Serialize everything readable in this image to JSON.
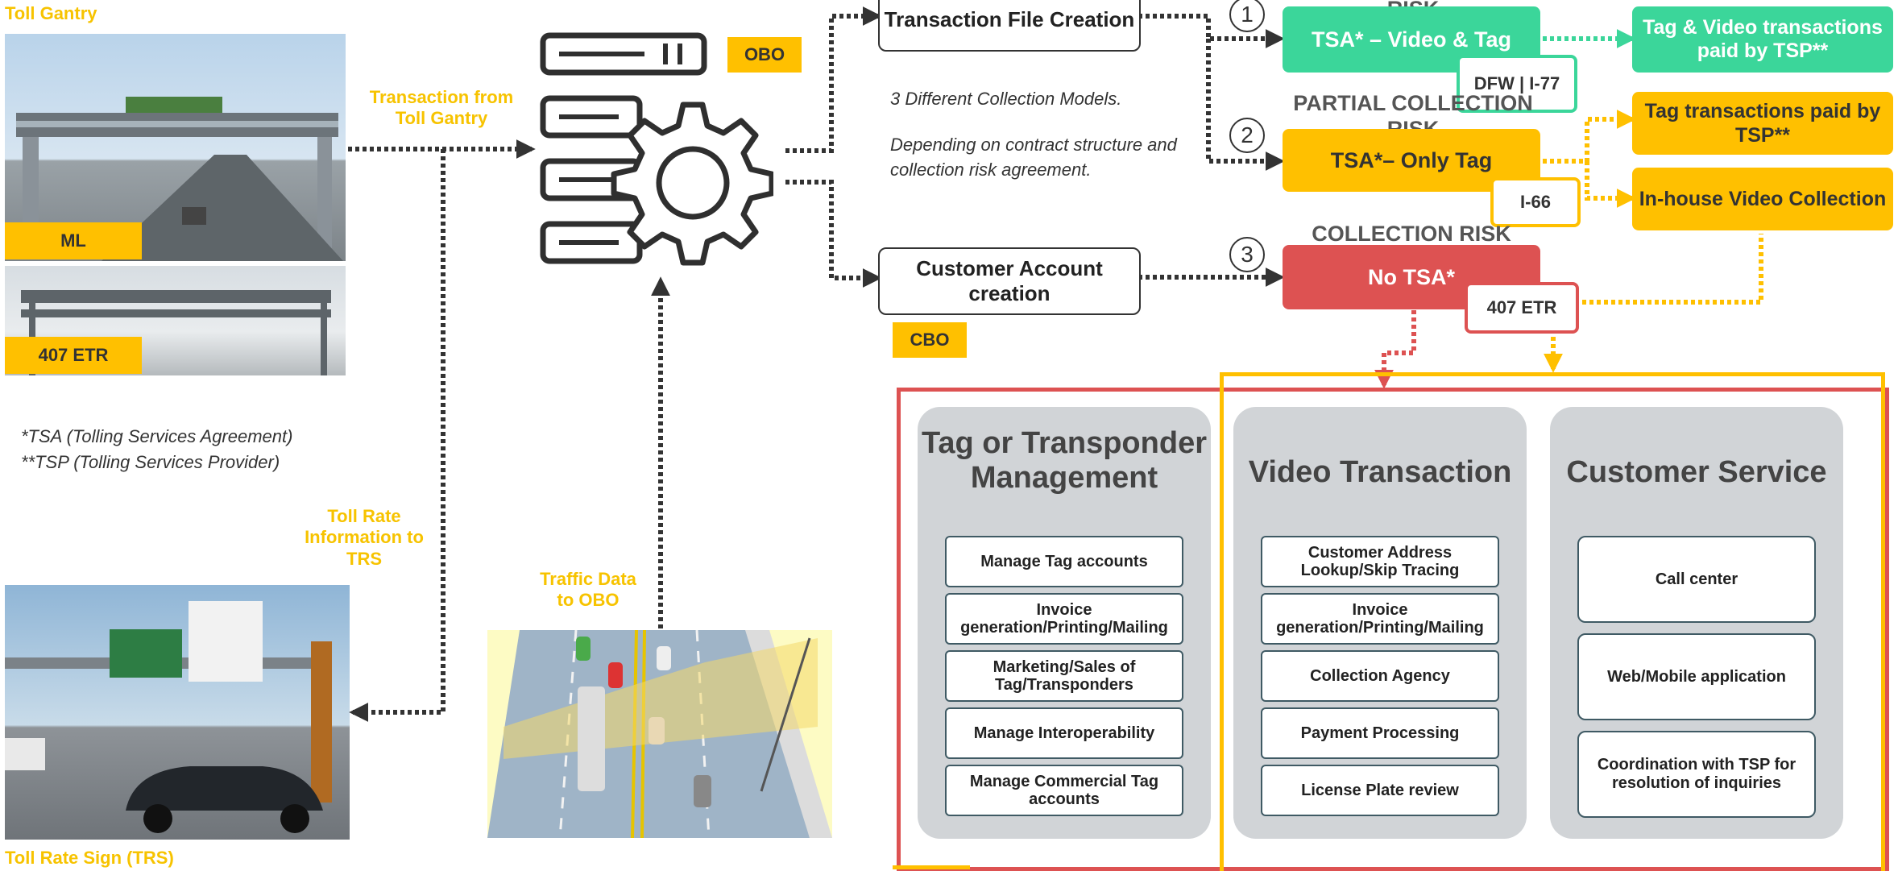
{
  "left": {
    "toll_gantry_label": "Toll Gantry",
    "ml_label": "ML",
    "etr_label": "407 ETR",
    "transaction_label": "Transaction from Toll Gantry",
    "toll_rate_info_label": "Toll Rate Information to TRS",
    "trs_label": "Toll Rate Sign (TRS)",
    "notes": [
      "*TSA (Tolling Services Agreement)",
      "**TSP (Tolling Services Provider)"
    ]
  },
  "center": {
    "obo_label": "OBO",
    "traffic_label": "Traffic Data to OBO"
  },
  "flow": {
    "tx_file_box": "Transaction File Creation",
    "customer_box": "Customer Account creation",
    "cbo_label": "CBO",
    "models_note": "3 Different Collection Models.",
    "models_note2": "Depending on contract structure and  collection risk agreement."
  },
  "models": [
    {
      "num": "1",
      "title": "RISK",
      "box": "TSA* – Video & Tag",
      "badge": "DFW | I-77"
    },
    {
      "num": "2",
      "title": "PARTIAL COLLECTION RISK",
      "box": "TSA*– Only Tag",
      "badge": "I-66"
    },
    {
      "num": "3",
      "title": "COLLECTION RISK",
      "box": "No TSA*",
      "badge": "407 ETR"
    }
  ],
  "outcomes": {
    "paid_both": "Tag & Video transactions paid by TSP**",
    "paid_tag": "Tag transactions paid by TSP**",
    "inhouse_video": "In-house Video Collection"
  },
  "columns": [
    {
      "title": "Tag or Transponder Management",
      "items": [
        "Manage Tag accounts",
        "Invoice generation/Printing/Mailing",
        "Marketing/Sales of Tag/Transponders",
        "Manage Interoperability",
        "Manage Commercial Tag accounts"
      ]
    },
    {
      "title": "Video Transaction",
      "items": [
        "Customer  Address Lookup/Skip Tracing",
        "Invoice generation/Printing/Mailing",
        "Collection Agency",
        "Payment Processing",
        "License Plate review"
      ]
    },
    {
      "title": "Customer Service",
      "items": [
        "Call center",
        "Web/Mobile application",
        "Coordination with TSP for resolution of inquiries"
      ]
    }
  ],
  "colors": {
    "yellow": "#ffc000",
    "green": "#3bd69a",
    "red": "#dd5252",
    "dark": "#333333"
  }
}
